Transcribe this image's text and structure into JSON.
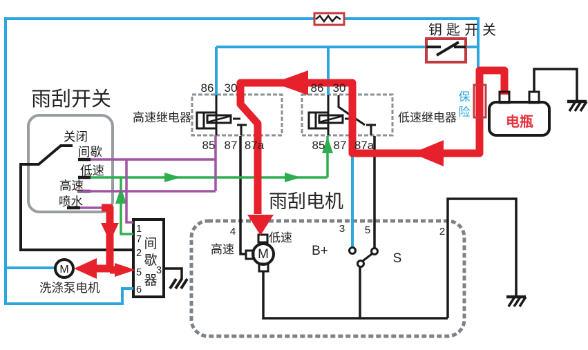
{
  "wiper_switch": {
    "title": "雨刮开关",
    "positions": {
      "off": "关闭",
      "intermittent": "间歇",
      "low_speed": "低速",
      "high_speed": "高速",
      "wash": "喷水"
    }
  },
  "relays": {
    "high": {
      "name": "高速继电器"
    },
    "low": {
      "name": "低速继电器"
    },
    "terminals": {
      "t86": "86",
      "t30": "30",
      "t85": "85",
      "t87": "87",
      "t87a": "87a"
    }
  },
  "key_switch": {
    "label": "钥匙开关"
  },
  "fuse": {
    "char1": "保",
    "char2": "险"
  },
  "battery": {
    "label": "电瓶"
  },
  "wiper_motor": {
    "title": "雨刮电机",
    "motor_letter": "M",
    "terminals": {
      "pin4": "4",
      "high_speed": "高速",
      "low_speed": "低速",
      "b_plus": "B+",
      "pin3": "3",
      "pin5": "5",
      "s": "S",
      "pin2": "2"
    }
  },
  "intermittent_unit": {
    "char1": "间",
    "char2": "歇",
    "char3": "器",
    "pins": {
      "p1": "1",
      "p7": "7",
      "p2": "2",
      "p5": "5",
      "p6": "6",
      "p3": "3"
    }
  },
  "washer_pump": {
    "label": "洗涤泵电机",
    "motor_letter": "M"
  },
  "colors": {
    "wire_blue": "#2ba6df",
    "wire_green": "#2fae50",
    "wire_purple": "#a154a3",
    "wire_black": "#1a1a1a",
    "flow_red": "#e7212b",
    "red_box_border": "#c5393e",
    "battery_text": "#e7303c",
    "fuse_text": "#2ba6df",
    "relay_box_gray": "#8b9097",
    "motor_box_gray": "#7d8287",
    "switch_box_gray": "#989da1",
    "text_dark": "#222222"
  }
}
